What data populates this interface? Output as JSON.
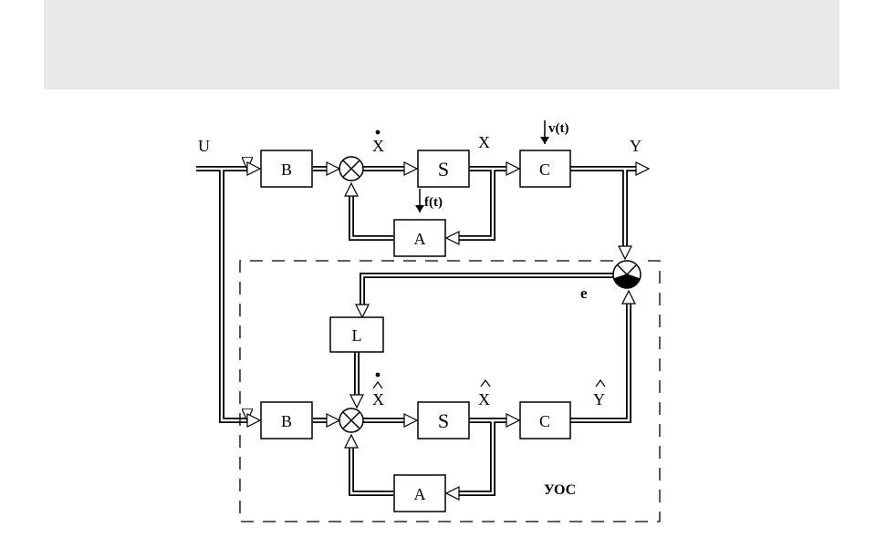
{
  "blocks": {
    "b_top": "B",
    "s_top": "S",
    "c_top": "C",
    "a_top": "A",
    "l_obs": "L",
    "b_obs": "B",
    "s_obs": "S",
    "c_obs": "C",
    "a_obs": "A"
  },
  "signals": {
    "u": "U",
    "x_dot": "X",
    "x": "X",
    "y": "Y",
    "v": "v(t)",
    "f": "f(t)",
    "e": "e",
    "x_hat_dot": "X",
    "x_hat": "X",
    "y_hat": "Y"
  },
  "observer_label": "УОС"
}
